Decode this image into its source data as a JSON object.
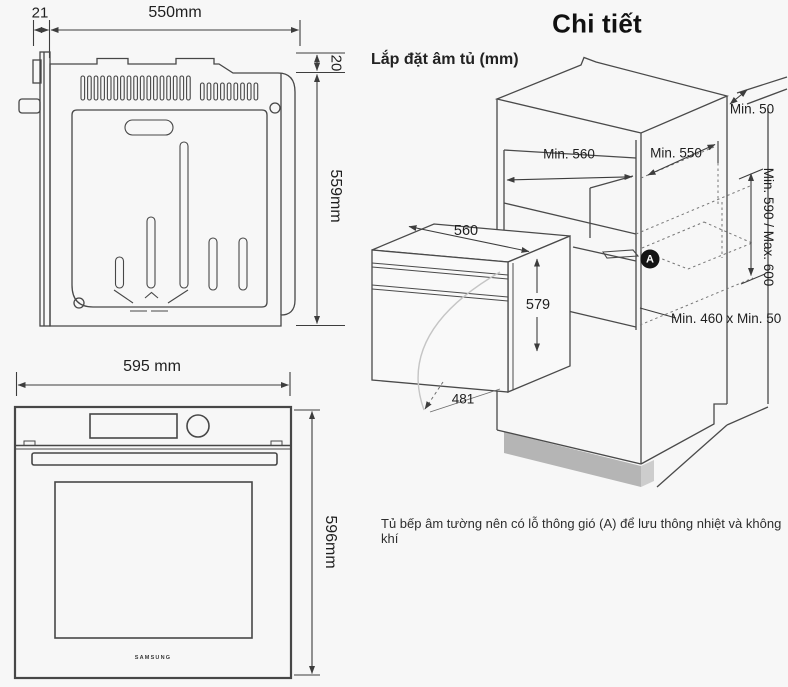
{
  "rear_view": {
    "top_offset": "21",
    "width": "550mm",
    "lip": "20",
    "height": "559mm"
  },
  "front_view": {
    "width": "595 mm",
    "height": "596mm",
    "brand": "SAMSUNG"
  },
  "detail": {
    "title": "Chi tiết",
    "subtitle": "Lắp đặt âm tủ (mm)",
    "dim_top_gap": "Min. 50",
    "dim_opening_width": "Min. 560",
    "dim_depth": "Min. 550",
    "dim_height_range": "Min. 590 / Max. 600",
    "dim_vent": "Min. 460 x Min. 50",
    "oven_width": "560",
    "oven_height": "579",
    "door_swing": "481",
    "badge": "A",
    "footnote": "Tủ bếp âm tường nên có lỗ thông gió (A) để lưu thông nhiệt và không khí"
  }
}
